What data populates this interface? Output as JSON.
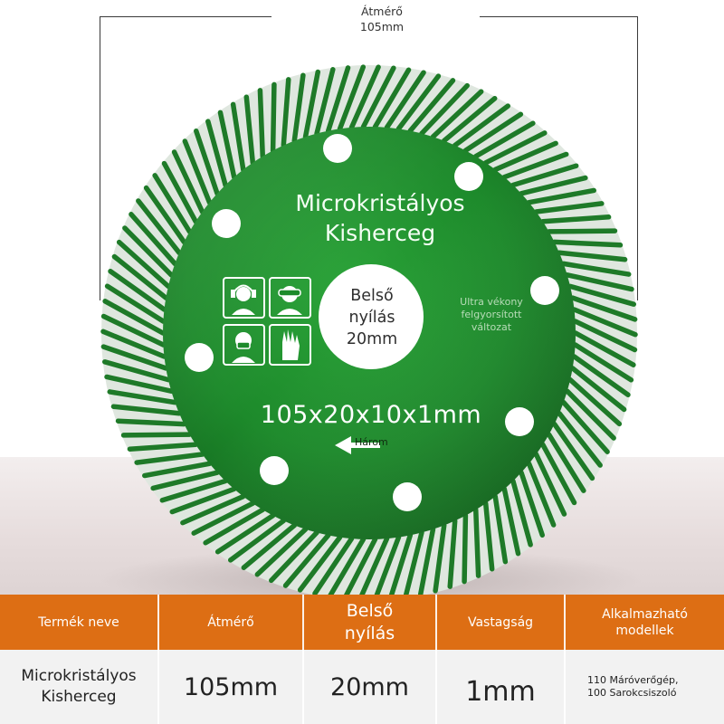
{
  "dimension": {
    "label_line1": "Átmérő",
    "label_line2": "105mm"
  },
  "disc": {
    "brand_line1": "Microkristályos",
    "brand_line2": "Kisherceg",
    "hole_line1": "Belső",
    "hole_line2": "nyílás",
    "hole_line3": "20mm",
    "side_line1": "Ultra vékony",
    "side_line2": "felgyorsított",
    "side_line3": "változat",
    "size_text": "105x20x10x1mm",
    "direction_text": "Három",
    "colors": {
      "disc_green": "#1f8a2c",
      "segment_light": "#e8efe8",
      "segment_dark": "#1e7a28"
    },
    "safety_icons": [
      "ear-protection-icon",
      "goggles-icon",
      "dust-mask-icon",
      "gloves-icon"
    ]
  },
  "table": {
    "headers": {
      "product_name": "Termék neve",
      "diameter": "Átmérő",
      "inner_hole_line1": "Belső",
      "inner_hole_line2": "nyílás",
      "thickness": "Vastagság",
      "models_line1": "Alkalmazható",
      "models_line2": "modellek"
    },
    "values": {
      "product_name_line1": "Microkristályos",
      "product_name_line2": "Kisherceg",
      "diameter": "105mm",
      "inner_hole": "20mm",
      "thickness": "1mm",
      "models_line1": "110 Máróverőgép,",
      "models_line2": "100 Sarokcsiszoló"
    },
    "colors": {
      "header_bg": "#dd6e14",
      "body_bg": "#f2f2f2"
    }
  }
}
